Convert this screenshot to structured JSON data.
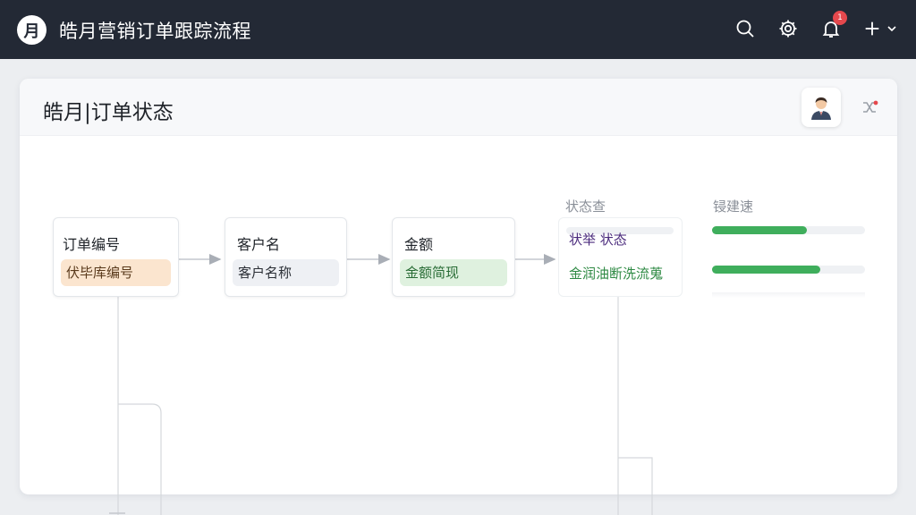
{
  "header": {
    "logo_char": "月",
    "title": "皓月营销订单跟踪流程",
    "notification_count": "1",
    "icons": [
      "search-icon",
      "gear-icon",
      "bell-icon",
      "plus-icon",
      "chevron-down-icon"
    ]
  },
  "card": {
    "title": "皓月|订单状态",
    "icons": [
      "avatar",
      "share-icon"
    ]
  },
  "flow": {
    "nodes": [
      {
        "label": "订单编号",
        "value": "伏毕库编号"
      },
      {
        "label": "客户名",
        "value": "客户名称"
      },
      {
        "label": "金额",
        "value": "金额简现"
      }
    ],
    "status": {
      "header": "状态查",
      "main": "状举 状态",
      "sub": "金润油断洗流蒐"
    },
    "progress": {
      "header": "锓建速",
      "bars": [
        {
          "value": 0.62,
          "color": "#3fae5c"
        },
        {
          "value": 0.71,
          "color": "#3fae5c"
        }
      ]
    }
  },
  "colors": {
    "topbar": "#232935",
    "accent_green": "#3fae5c",
    "badge_red": "#e5484d",
    "pill_orange": "#fbe5cf",
    "pill_green": "#dff1df"
  }
}
